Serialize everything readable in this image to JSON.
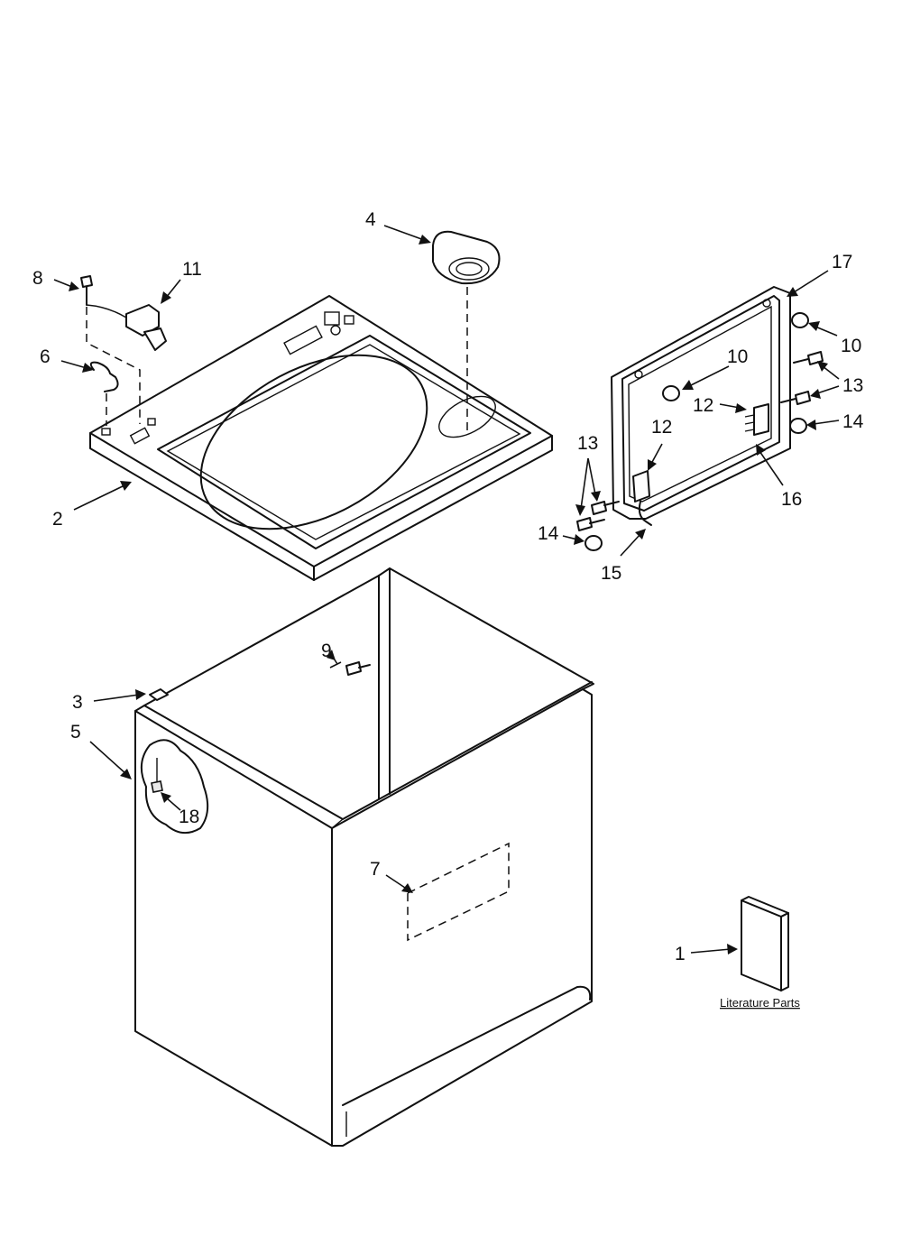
{
  "diagram": {
    "callouts": [
      "1",
      "2",
      "3",
      "4",
      "5",
      "6",
      "7",
      "8",
      "9",
      "10",
      "10",
      "11",
      "12",
      "12",
      "13",
      "13",
      "14",
      "14",
      "15",
      "16",
      "17",
      "18"
    ],
    "literature_label": "Literature Parts"
  }
}
